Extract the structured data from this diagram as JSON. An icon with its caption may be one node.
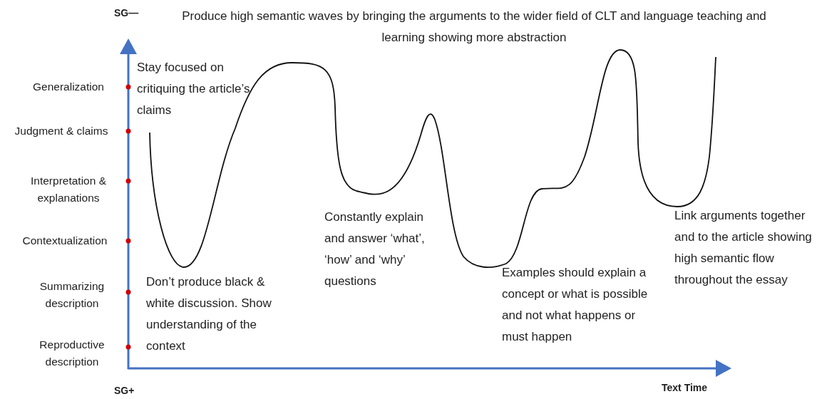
{
  "diagram": {
    "labels": [
      "SG—",
      "Produce high semantic waves by bringing the arguments to the wider field of CLT and language teaching and learning showing more abstraction",
      "Stay focused on critiquing the article’s claims",
      "Generalization",
      "Judgment & claims",
      "Interpretation & explanations",
      "Constantly explain and answer ‘what’, ‘how’ and ‘why’ questions",
      "Link arguments together and to the article showing high semantic flow throughout the essay",
      "Contextualization",
      "Examples should explain a concept or what is possible and not what happens or must happen",
      "Summarizing description",
      "Don’t produce black & white discussion. Show understanding of the context",
      "Reproductive description",
      "SG+",
      "Text Time"
    ]
  }
}
